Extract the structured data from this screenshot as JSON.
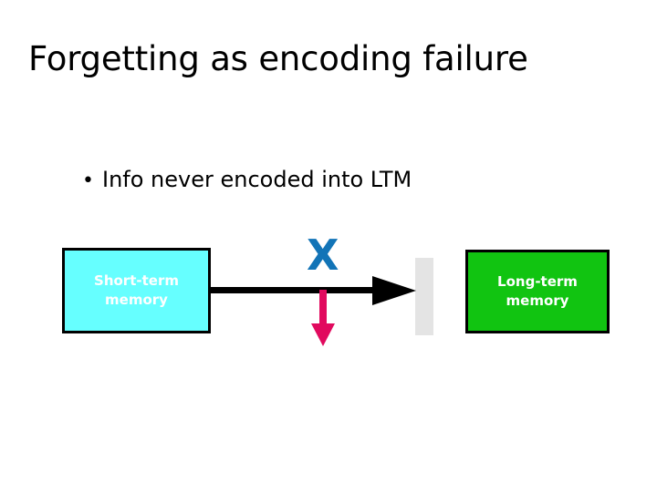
{
  "slide": {
    "title": "Forgetting as encoding failure",
    "background_color": "#FFFFFF"
  },
  "bullets": [
    {
      "marker": "•",
      "text": "Info never encoded into LTM"
    }
  ],
  "diagram": {
    "boxes": [
      {
        "id": "short-term-memory",
        "line1": "Short-term",
        "line2": "memory",
        "fill_color": "#66FFFF",
        "border_color": "#000000",
        "text_color": "#FFFFFF"
      },
      {
        "id": "long-term-memory",
        "line1": "Long-term",
        "line2": "memory",
        "fill_color": "#11C411",
        "border_color": "#000000",
        "text_color": "#FFFFFF"
      }
    ],
    "connectors": [
      {
        "id": "stm-to-ltm-arrow",
        "direction": "right",
        "color": "#000000"
      },
      {
        "id": "blocked-path-arrow",
        "direction": "down",
        "color": "#E10A5E"
      }
    ],
    "marks": [
      {
        "id": "x-mark",
        "label": "X",
        "color": "#1274B7"
      }
    ],
    "shapes": [
      {
        "id": "gray-block",
        "color": "#E4E4E4"
      }
    ]
  }
}
